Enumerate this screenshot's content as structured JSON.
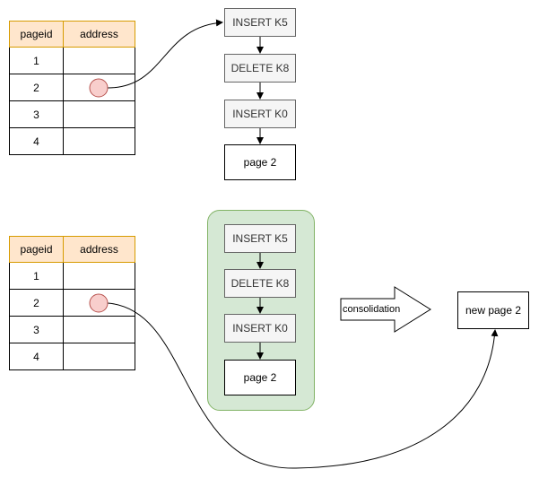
{
  "top": {
    "table": {
      "headers": [
        "pageid",
        "address"
      ],
      "rows": [
        "1",
        "2",
        "3",
        "4"
      ]
    },
    "chain": [
      "INSERT K5",
      "DELETE K8",
      "INSERT K0"
    ],
    "base_page": "page 2"
  },
  "bottom": {
    "table": {
      "headers": [
        "pageid",
        "address"
      ],
      "rows": [
        "1",
        "2",
        "3",
        "4"
      ]
    },
    "chain": [
      "INSERT K5",
      "DELETE K8",
      "INSERT K0"
    ],
    "base_page": "page 2",
    "arrow_label": "consolidation",
    "new_page": "new page 2"
  },
  "colors": {
    "header_fill": "#ffe6cc",
    "header_stroke": "#d79b00",
    "group_fill": "#d5e8d4",
    "group_stroke": "#82b366",
    "pointer_fill": "#f8cecc",
    "pointer_stroke": "#b85450"
  }
}
